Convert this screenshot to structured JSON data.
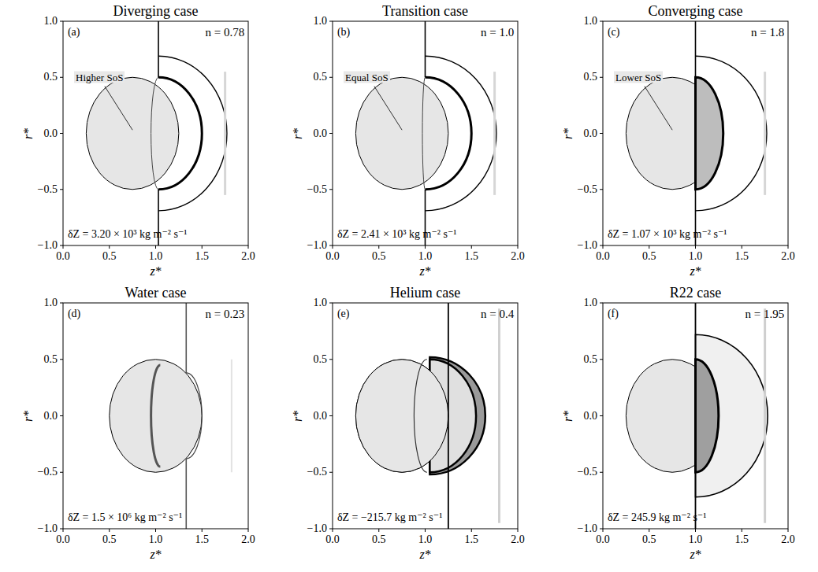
{
  "diagram": {
    "labels": [
      "Diverging case",
      "(a)",
      "n = 0.78",
      "δZ = 3.20 × 10³ kg m⁻² s⁻¹",
      "Higher SoS",
      "1.0",
      "0.5",
      "0.0",
      "−0.5",
      "−1.0",
      "r*",
      "0.0",
      "0.5",
      "1.0",
      "1.5",
      "2.0",
      "z*",
      "Transition case",
      "(b)",
      "n = 1.0",
      "δZ = 2.41 × 10³ kg m⁻² s⁻¹",
      "Equal SoS",
      "1.0",
      "0.5",
      "0.0",
      "−0.5",
      "−1.0",
      "r*",
      "0.0",
      "0.5",
      "1.0",
      "1.5",
      "2.0",
      "z*",
      "Converging case",
      "(c)",
      "n = 1.8",
      "δZ = 1.07 × 10³ kg m⁻² s⁻¹",
      "Lower SoS",
      "1.0",
      "0.5",
      "0.0",
      "−0.5",
      "−1.0",
      "r*",
      "0.0",
      "0.5",
      "1.0",
      "1.5",
      "2.0",
      "z*",
      "Water case",
      "(d)",
      "n = 0.23",
      "δZ = 1.5 × 10⁶ kg m⁻² s⁻¹",
      "1.0",
      "0.5",
      "0.0",
      "−0.5",
      "−1.0",
      "r*",
      "0.0",
      "0.5",
      "1.0",
      "1.5",
      "2.0",
      "z*",
      "Helium case",
      "(e)",
      "n = 0.4",
      "δZ = −215.7 kg m⁻² s⁻¹",
      "1.0",
      "0.5",
      "0.0",
      "−0.5",
      "−1.0",
      "r*",
      "0.0",
      "0.5",
      "1.0",
      "1.5",
      "2.0",
      "z*",
      "R22 case",
      "(f)",
      "n = 1.95",
      "δZ = 245.9 kg m⁻² s⁻¹",
      "1.0",
      "0.5",
      "0.0",
      "−0.5",
      "−1.0",
      "r*",
      "0.0",
      "0.5",
      "1.0",
      "1.5",
      "2.0",
      "z*"
    ]
  }
}
